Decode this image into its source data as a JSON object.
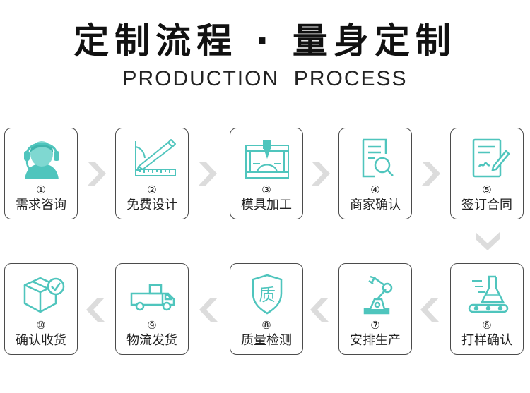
{
  "title": "定制流程 · 量身定制",
  "subtitle": "PRODUCTION  PROCESS",
  "colors": {
    "accent": "#4fc5bd",
    "arrow": "#dcdcdc",
    "border": "#4b4b4b",
    "text": "#222222"
  },
  "steps": [
    {
      "num": "①",
      "label": "需求咨询",
      "icon": "headset-agent-icon"
    },
    {
      "num": "②",
      "label": "免费设计",
      "icon": "ruler-pencil-icon"
    },
    {
      "num": "③",
      "label": "模具加工",
      "icon": "mold-press-icon"
    },
    {
      "num": "④",
      "label": "商家确认",
      "icon": "document-search-icon"
    },
    {
      "num": "⑤",
      "label": "签订合同",
      "icon": "contract-sign-icon"
    },
    {
      "num": "⑥",
      "label": "打样确认",
      "icon": "sample-flask-icon"
    },
    {
      "num": "⑦",
      "label": "安排生产",
      "icon": "robot-arm-icon"
    },
    {
      "num": "⑧",
      "label": "质量检测",
      "icon": "quality-shield-icon"
    },
    {
      "num": "⑨",
      "label": "物流发货",
      "icon": "delivery-truck-icon"
    },
    {
      "num": "⑩",
      "label": "确认收货",
      "icon": "package-check-icon"
    }
  ]
}
